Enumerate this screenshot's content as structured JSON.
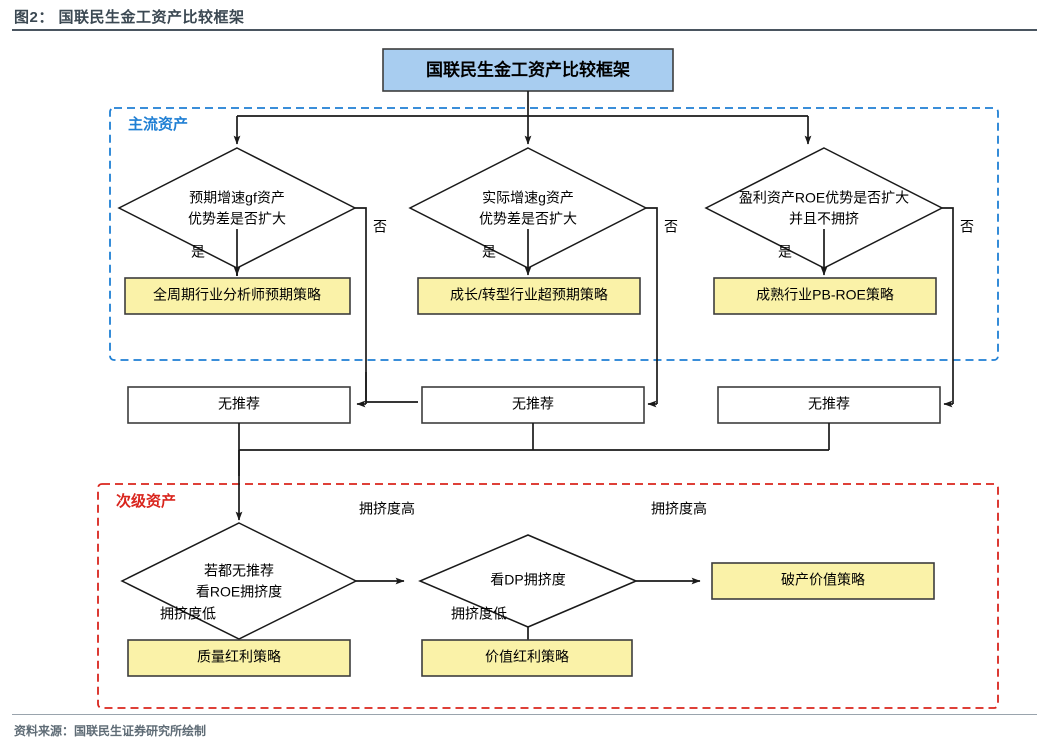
{
  "header": {
    "title": "图2： 国联民生金工资产比较框架"
  },
  "footer": {
    "source": "资料来源：国联民生证券研究所绘制"
  },
  "colors": {
    "root_fill": "#a8cdf0",
    "strategy_fill": "#faf2a8",
    "plain_fill": "#ffffff",
    "group_primary_stroke": "#1f7fd4",
    "group_secondary_stroke": "#d9251d",
    "shape_stroke": "#3d3d3d",
    "title_text": "#3b4852",
    "source_text": "#5f6c76"
  },
  "diagram": {
    "type": "flowchart",
    "root": {
      "label": "国联民生金工资产比较框架"
    },
    "groups": [
      {
        "id": "primary",
        "label": "主流资产",
        "style": "dashed-blue"
      },
      {
        "id": "secondary",
        "label": "次级资产",
        "style": "dashed-red"
      }
    ],
    "branches": [
      {
        "id": "branch-1",
        "decision": {
          "line1": "预期增速gf资产",
          "line2": "优势差是否扩大"
        },
        "yes_label": "是",
        "no_label": "否",
        "strategy": "全周期行业分析师预期策略",
        "fallback": "无推荐"
      },
      {
        "id": "branch-2",
        "decision": {
          "line1": "实际增速g资产",
          "line2": "优势差是否扩大"
        },
        "yes_label": "是",
        "no_label": "否",
        "strategy": "成长/转型行业超预期策略",
        "fallback": "无推荐"
      },
      {
        "id": "branch-3",
        "decision": {
          "line1": "盈利资产ROE优势是否扩大",
          "line2": "并且不拥挤"
        },
        "yes_label": "是",
        "no_label": "否",
        "strategy": "成熟行业PB-ROE策略",
        "fallback": "无推荐"
      }
    ],
    "secondary_flow": {
      "decision_1": {
        "line1": "若都无推荐",
        "line2": "看ROE拥挤度"
      },
      "decision_2": {
        "line1": "看DP拥挤度",
        "line2": ""
      },
      "high_label_1": "拥挤度高",
      "high_label_2": "拥挤度高",
      "low_label_1": "拥挤度低",
      "low_label_2": "拥挤度低",
      "strategy_low_1": "质量红利策略",
      "strategy_low_2": "价值红利策略",
      "strategy_high": "破产价值策略"
    }
  }
}
